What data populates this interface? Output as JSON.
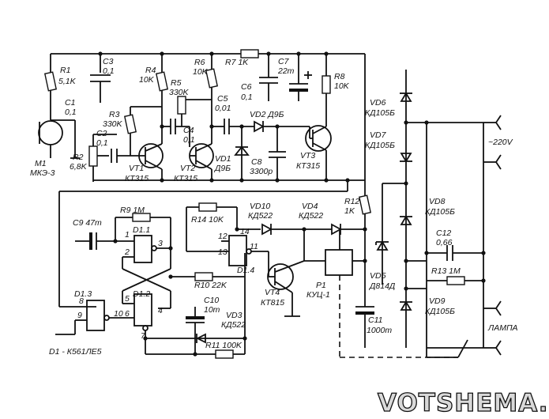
{
  "labels": {
    "r1": "R1",
    "r1v": "5,1K",
    "c3": "C3",
    "c3v": "0,1",
    "r4": "R4",
    "r4v": "10K",
    "r6": "R6",
    "r6v": "10K",
    "r7": "R7 1K",
    "c7": "C7",
    "c7v": "22m",
    "r8": "R8",
    "r8v": "10K",
    "r5": "R5",
    "r5v": "330K",
    "c6": "C6",
    "c6v": "0,1",
    "c1": "C1",
    "c1v": "0,1",
    "r3": "R3",
    "r3v": "330K",
    "c5": "C5",
    "c5v": "0,01",
    "vd2": "VD2 Д9Б",
    "c4": "C4",
    "c4v": "0,1",
    "c2": "C2",
    "c2v": "0,1",
    "m1": "M1",
    "m1v": "МКЭ-3",
    "r2": "R2",
    "r2v": "6,8K",
    "vt1": "VT1",
    "vt1v": "КТ315",
    "vt2": "VT2",
    "vt2v": "КТ315",
    "vd1": "VD1",
    "vd1v": "Д9Б",
    "c8": "C8",
    "c8v": "3300p",
    "vt3": "VT3",
    "vt3v": "КТ315",
    "vd6": "VD6",
    "vd6v": "КД105Б",
    "vd7": "VD7",
    "vd7v": "КД105Б",
    "mains": "~220V",
    "vd8": "VD8",
    "vd8v": "КД105Б",
    "c12": "C12",
    "c12v": "0,66",
    "r13": "R13 1M",
    "vd9": "VD9",
    "vd9v": "КД105Б",
    "lamp": "ЛАМПА",
    "c9": "C9 47m",
    "r9": "R9 1M",
    "d11": "D1.1",
    "r14": "R14 10K",
    "vd10": "VD10",
    "vd10v": "КД522",
    "vd4": "VD4",
    "vd4v": "КД522",
    "r12": "R12",
    "r12v": "1K",
    "d14": "D1.4",
    "r10": "R10 22K",
    "vt4": "VT4",
    "vt4v": "КТ815",
    "p1": "P1",
    "p1v": "КУЦ-1",
    "vd5": "VD5",
    "vd5v": "Д814Д",
    "d13": "D1.3",
    "d12": "D1.2",
    "c10": "C10",
    "c10v": "10m",
    "vd3": "VD3",
    "vd3v": "КД522",
    "c11": "C11",
    "c11v": "1000m",
    "r11": "R11 100K",
    "d1": "D1 - К561ЛЕ5",
    "pin1": "1",
    "pin2": "2",
    "pin3": "3",
    "pin4": "4",
    "pin5": "5",
    "pin6": "6",
    "pin7": "7",
    "pin8": "8",
    "pin9": "9",
    "pin10": "10",
    "pin11": "11",
    "pin12": "12",
    "pin13": "13",
    "pin14": "14"
  },
  "watermark": "VOTSHEMA.RU"
}
